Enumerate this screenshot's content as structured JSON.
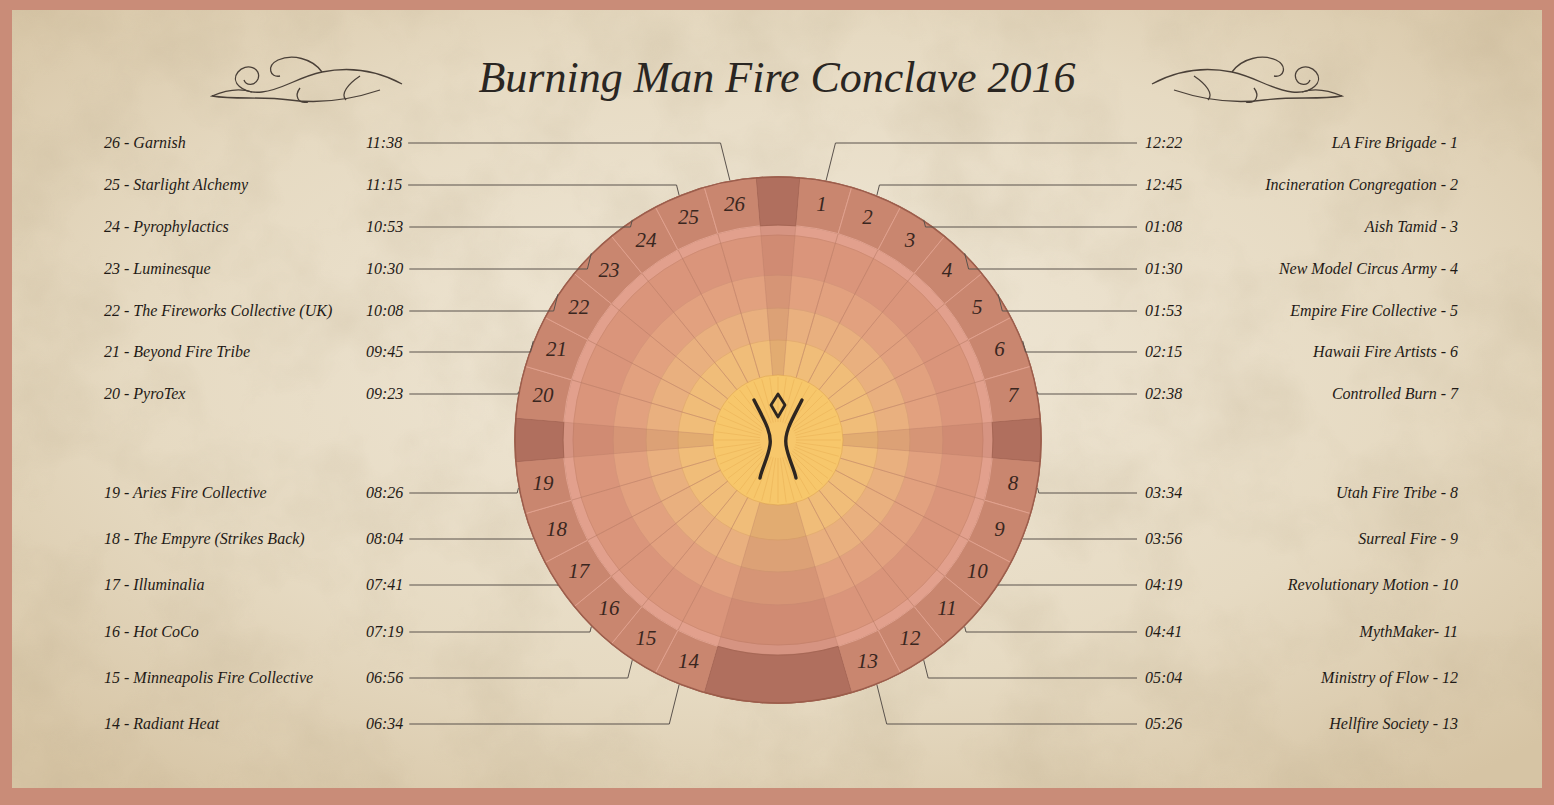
{
  "diagram": {
    "title": "Burning Man Fire Conclave 2016",
    "nodes": [
      {
        "text": [
          "1"
        ]
      },
      {
        "text": [
          "2"
        ]
      },
      {
        "text": [
          "3"
        ]
      },
      {
        "text": [
          "4"
        ]
      },
      {
        "text": [
          "5"
        ]
      },
      {
        "text": [
          "6"
        ]
      },
      {
        "text": [
          "7"
        ]
      },
      {
        "text": [
          "8"
        ]
      },
      {
        "text": [
          "9"
        ]
      },
      {
        "text": [
          "10"
        ]
      },
      {
        "text": [
          "11"
        ]
      },
      {
        "text": [
          "12"
        ]
      },
      {
        "text": [
          "13"
        ]
      },
      {
        "text": [
          "14"
        ]
      },
      {
        "text": [
          "15"
        ]
      },
      {
        "text": [
          "16"
        ]
      },
      {
        "text": [
          "17"
        ]
      },
      {
        "text": [
          "18"
        ]
      },
      {
        "text": [
          "19"
        ]
      },
      {
        "text": [
          "20"
        ]
      },
      {
        "text": [
          "21"
        ]
      },
      {
        "text": [
          "22"
        ]
      },
      {
        "text": [
          "23"
        ]
      },
      {
        "text": [
          "24"
        ]
      },
      {
        "text": [
          "25"
        ]
      },
      {
        "text": [
          "26"
        ]
      }
    ],
    "labels": [
      "26 - Garnish",
      "11:38",
      "12:22",
      "LA Fire Brigade - 1",
      "25 - Starlight Alchemy",
      "11:15",
      "12:45",
      "Incineration Congregation - 2",
      "24 - Pyrophylactics",
      "10:53",
      "01:08",
      "Aish Tamid - 3",
      "23 - Luminesque",
      "10:30",
      "01:30",
      "New Model Circus Army - 4",
      "22 - The Fireworks Collective (UK)",
      "10:08",
      "01:53",
      "Empire Fire Collective - 5",
      "21 - Beyond Fire Tribe",
      "09:45",
      "02:15",
      "Hawaii Fire Artists - 6",
      "20 - PyroTex",
      "09:23",
      "02:38",
      "Controlled Burn - 7",
      "19 - Aries Fire Collective",
      "08:26",
      "03:34",
      "Utah Fire Tribe - 8",
      "18 - The Empyre (Strikes Back)",
      "08:04",
      "03:56",
      "Surreal Fire - 9",
      "17 - Illuminalia",
      "07:41",
      "04:19",
      "Revolutionary Motion - 10",
      "16 - Hot CoCo",
      "07:19",
      "04:41",
      "MythMaker- 11",
      "15 - Minneapolis Fire Collective",
      "06:56",
      "05:04",
      "Ministry of Flow - 12",
      "14 - Radiant Heat",
      "06:34",
      "05:26",
      "Hellfire Society - 13"
    ]
  }
}
